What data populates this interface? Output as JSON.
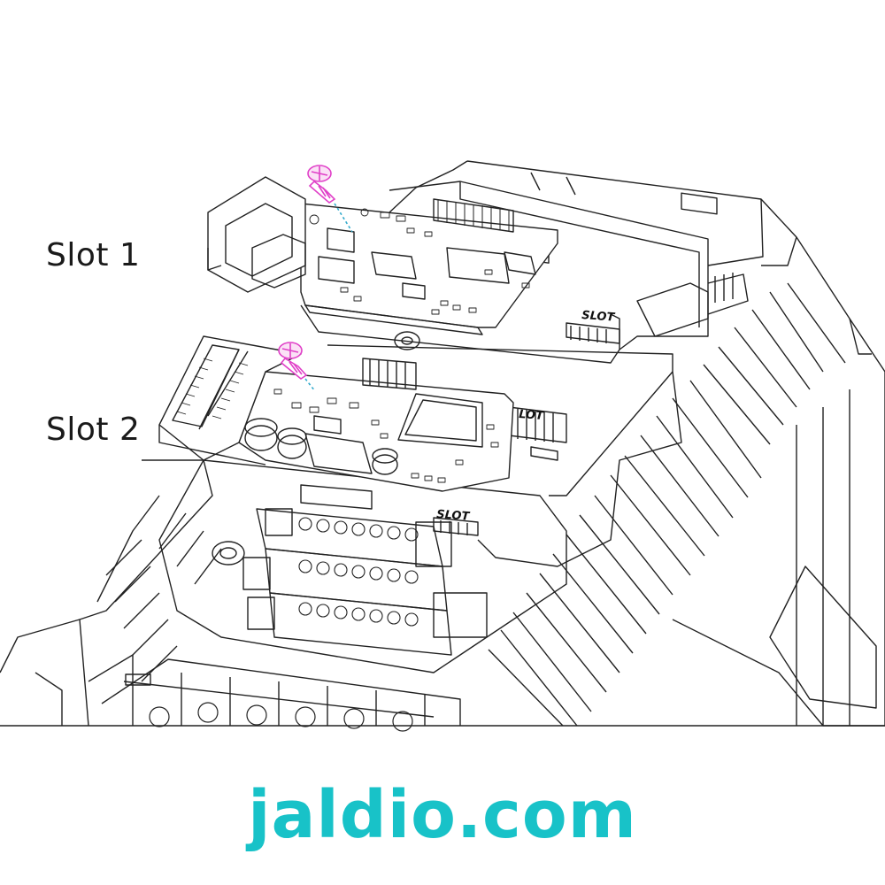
{
  "diagram": {
    "labels": {
      "slot1": "Slot 1",
      "slot2": "Slot 2"
    },
    "board_marks": {
      "slot_a": "SLOT",
      "slot_b": "LOT",
      "slot_c": "SLOT"
    }
  },
  "brand": {
    "text": "jaldio.com",
    "color": "#18c2c8"
  },
  "colors": {
    "line": "#222222",
    "screw": "#e040c8",
    "background": "#ffffff"
  }
}
